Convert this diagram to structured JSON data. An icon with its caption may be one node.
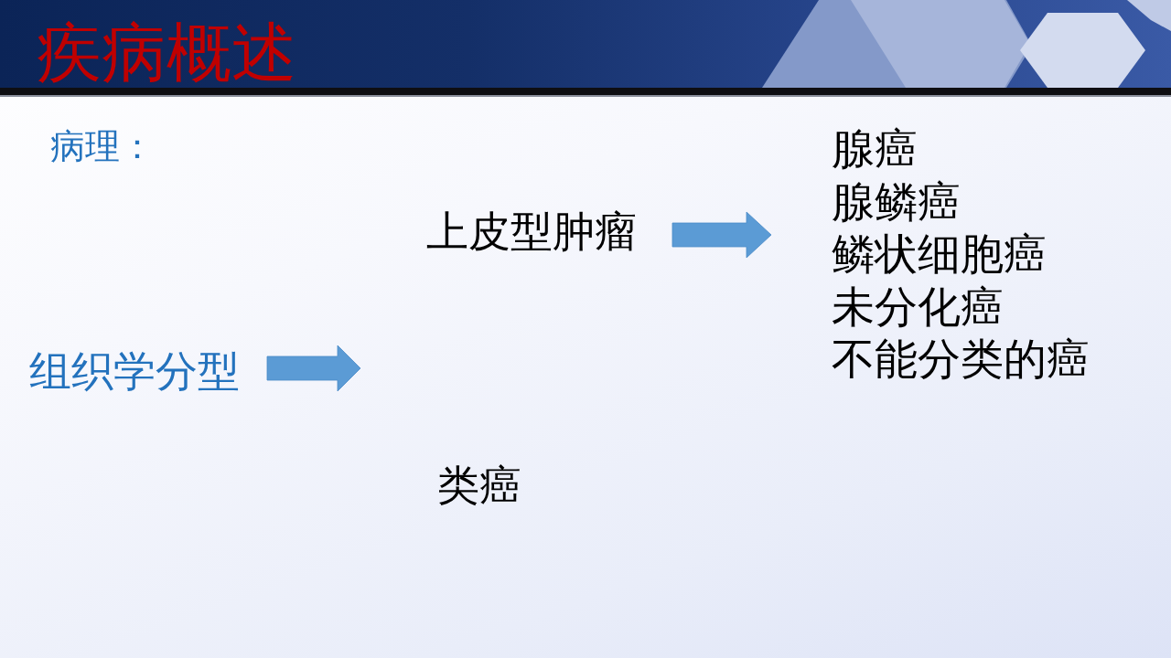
{
  "diagram": {
    "title": "疾病概述",
    "nodes": [
      {
        "text": [
          "组织学分型"
        ]
      },
      {
        "text": [
          "上皮型肿瘤"
        ]
      },
      {
        "text": [
          "类癌"
        ]
      },
      {
        "text": [
          "腺癌",
          "腺鳞癌",
          "鳞状细胞癌",
          "未分化癌",
          "不能分类的癌"
        ]
      }
    ],
    "edges": [
      {
        "from": 0,
        "to": null,
        "arrow": "to"
      },
      {
        "from": 1,
        "to": 3,
        "arrow": "to"
      }
    ],
    "labels": [
      "病理："
    ]
  }
}
